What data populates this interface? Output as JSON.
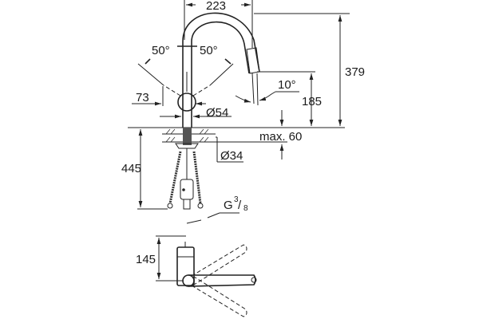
{
  "drawing": {
    "title": "Kitchen faucet dimension drawing",
    "views": [
      "side-elevation",
      "top-view"
    ],
    "line_color": "#222222",
    "background": "#ffffff"
  },
  "dimensions": {
    "spout_reach": "223",
    "total_height": "379",
    "spout_outlet_height": "185",
    "lever_angle_left": "50°",
    "lever_angle_right": "50°",
    "spout_tilt": "10°",
    "lever_offset": "73",
    "body_diameter": "Ø54",
    "deck_thickness": "max. 60",
    "hole_diameter": "Ø34",
    "hose_length": "445",
    "connection_thread_prefix": "G",
    "connection_thread_num": "3",
    "connection_thread_den": "8",
    "top_view_depth": "145"
  }
}
